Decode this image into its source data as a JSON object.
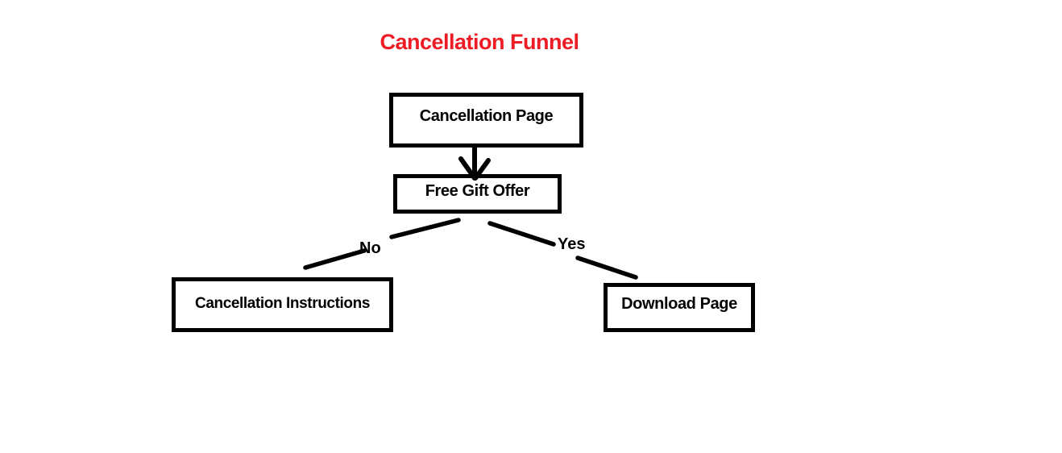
{
  "title": {
    "text": "Cancellation Funnel",
    "color": "#ed1c24"
  },
  "nodes": [
    {
      "id": "cancellation-page",
      "label": "Cancellation Page"
    },
    {
      "id": "free-gift-offer",
      "label": "Free Gift Offer"
    },
    {
      "id": "cancellation-instructions",
      "label": "Cancellation Instructions"
    },
    {
      "id": "download-page",
      "label": "Download Page"
    }
  ],
  "edges": [
    {
      "from": "cancellation-page",
      "to": "free-gift-offer",
      "label": "",
      "style": "arrow-down"
    },
    {
      "from": "free-gift-offer",
      "to": "cancellation-instructions",
      "label": "No",
      "style": "diagonal-line"
    },
    {
      "from": "free-gift-offer",
      "to": "download-page",
      "label": "Yes",
      "style": "diagonal-line"
    }
  ],
  "colors": {
    "title": "#ed1c24",
    "stroke": "#000000",
    "node_border": "#000000",
    "node_background": "#ffffff",
    "page_background": "#ffffff"
  }
}
